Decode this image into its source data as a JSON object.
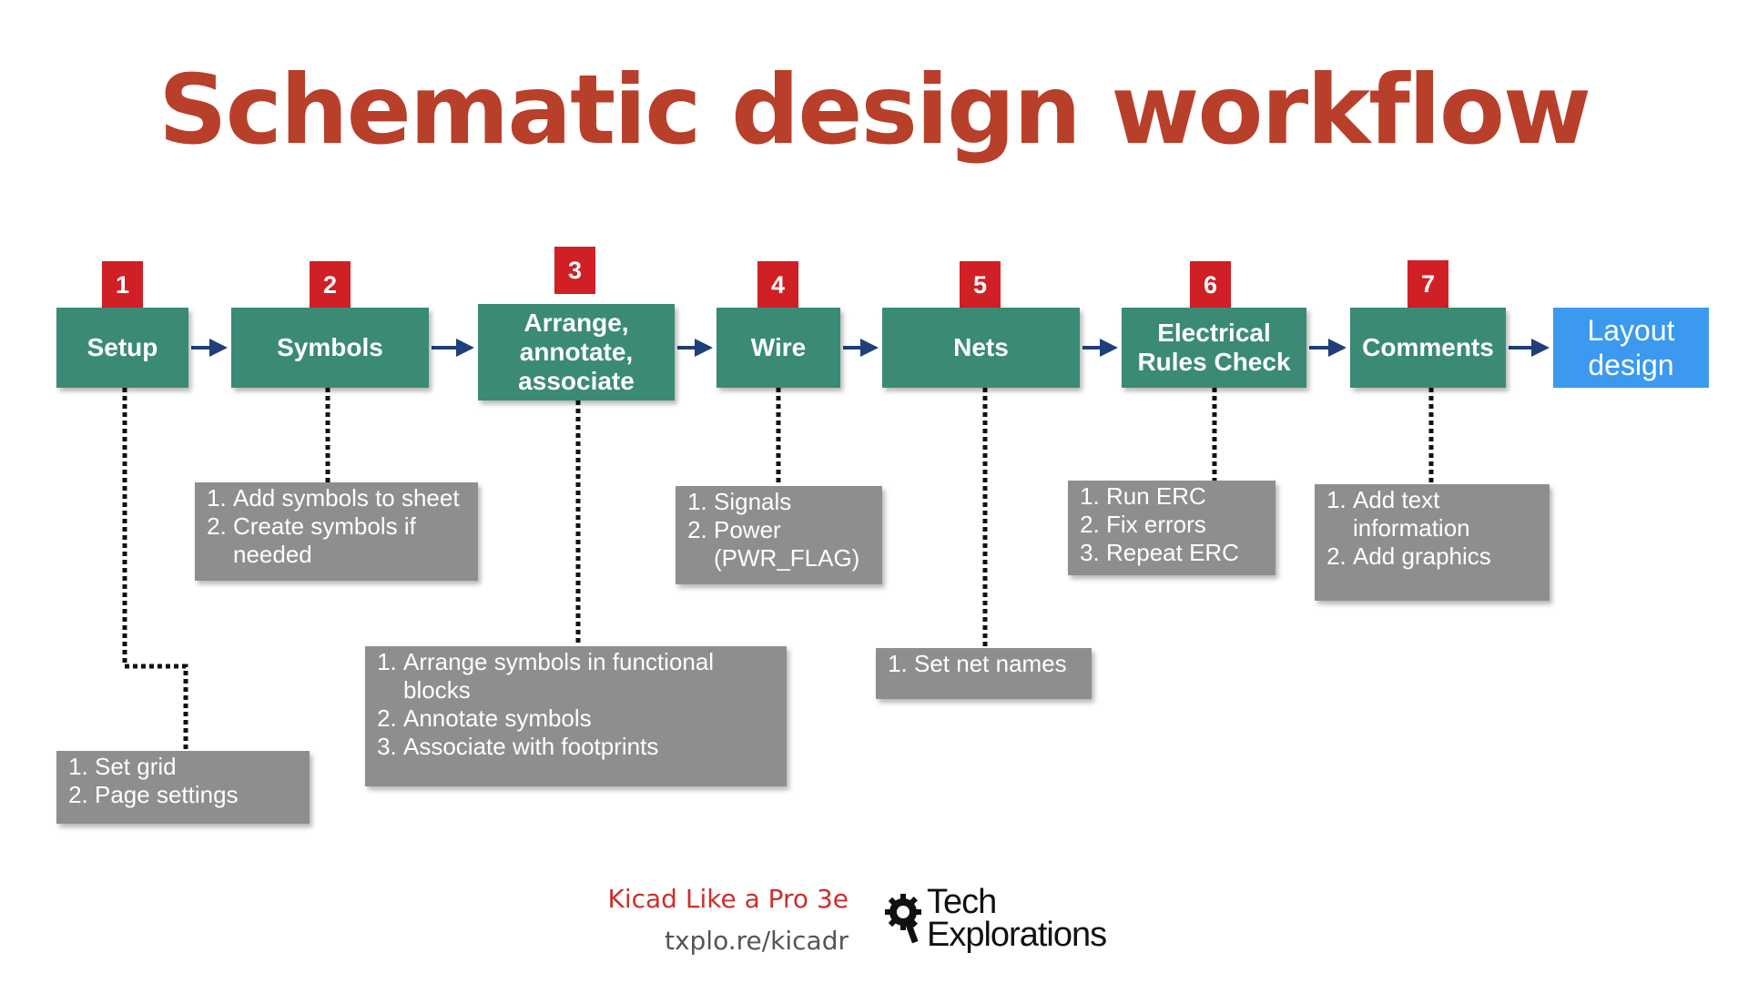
{
  "title": "Schematic design workflow",
  "colors": {
    "title": "#b83f2a",
    "badge": "#d01f25",
    "step": "#3b8a75",
    "final": "#3b99f0",
    "note": "#8e8e8e",
    "arrow": "#1f3f7a",
    "footer_course": "#c9302c",
    "footer_url": "#555555"
  },
  "steps": [
    {
      "number": "1",
      "label": "Setup",
      "notes": [
        "Set grid",
        "Page settings"
      ]
    },
    {
      "number": "2",
      "label": "Symbols",
      "notes": [
        "Add symbols to sheet",
        "Create symbols if needed"
      ]
    },
    {
      "number": "3",
      "label": "Arrange,\nannotate,\nassociate",
      "notes": [
        "Arrange symbols in functional blocks",
        "Annotate symbols",
        "Associate with footprints"
      ]
    },
    {
      "number": "4",
      "label": "Wire",
      "notes": [
        "Signals",
        "Power (PWR_FLAG)"
      ]
    },
    {
      "number": "5",
      "label": "Nets",
      "notes": [
        "Set net names"
      ]
    },
    {
      "number": "6",
      "label": "Electrical\nRules Check",
      "notes": [
        "Run ERC",
        "Fix errors",
        "Repeat ERC"
      ]
    },
    {
      "number": "7",
      "label": "Comments",
      "notes": [
        "Add text information",
        "Add graphics"
      ]
    }
  ],
  "final_step": {
    "label": "Layout\ndesign"
  },
  "footer": {
    "course": "Kicad Like a Pro 3e",
    "url": "txplo.re/kicadr",
    "logo_line1": "Tech",
    "logo_line2": "Explorations",
    "logo_icon": "gear-magnifier-icon"
  }
}
